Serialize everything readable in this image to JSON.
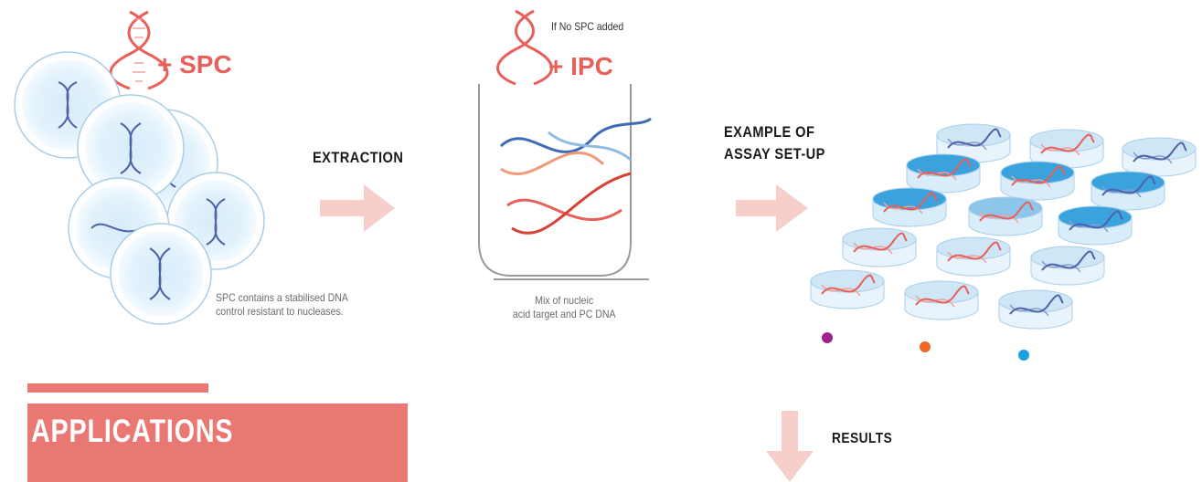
{
  "spc": {
    "label": "+ SPC",
    "caption_line1": "SPC contains a stabilised DNA",
    "caption_line2": "control resistant to nucleases."
  },
  "extraction": {
    "label": "EXTRACTION"
  },
  "tube": {
    "note": "If No SPC added",
    "ipc_label": "+ IPC",
    "caption_line1": "Mix of nucleic",
    "caption_line2": "acid target and PC DNA"
  },
  "assay": {
    "line1": "EXAMPLE OF",
    "line2": "ASSAY SET-UP"
  },
  "results": {
    "label": "RESULTS"
  },
  "applications": {
    "title": "APPLICATIONS"
  },
  "colors": {
    "accent_red": "#e8605a",
    "arrow_pink": "#f6cfcb",
    "banner": "#e97873",
    "dot_purple": "#a0228a",
    "dot_orange": "#ee6a22",
    "dot_blue": "#1aa1de"
  },
  "legend_dots": [
    "purple",
    "orange",
    "blue"
  ]
}
